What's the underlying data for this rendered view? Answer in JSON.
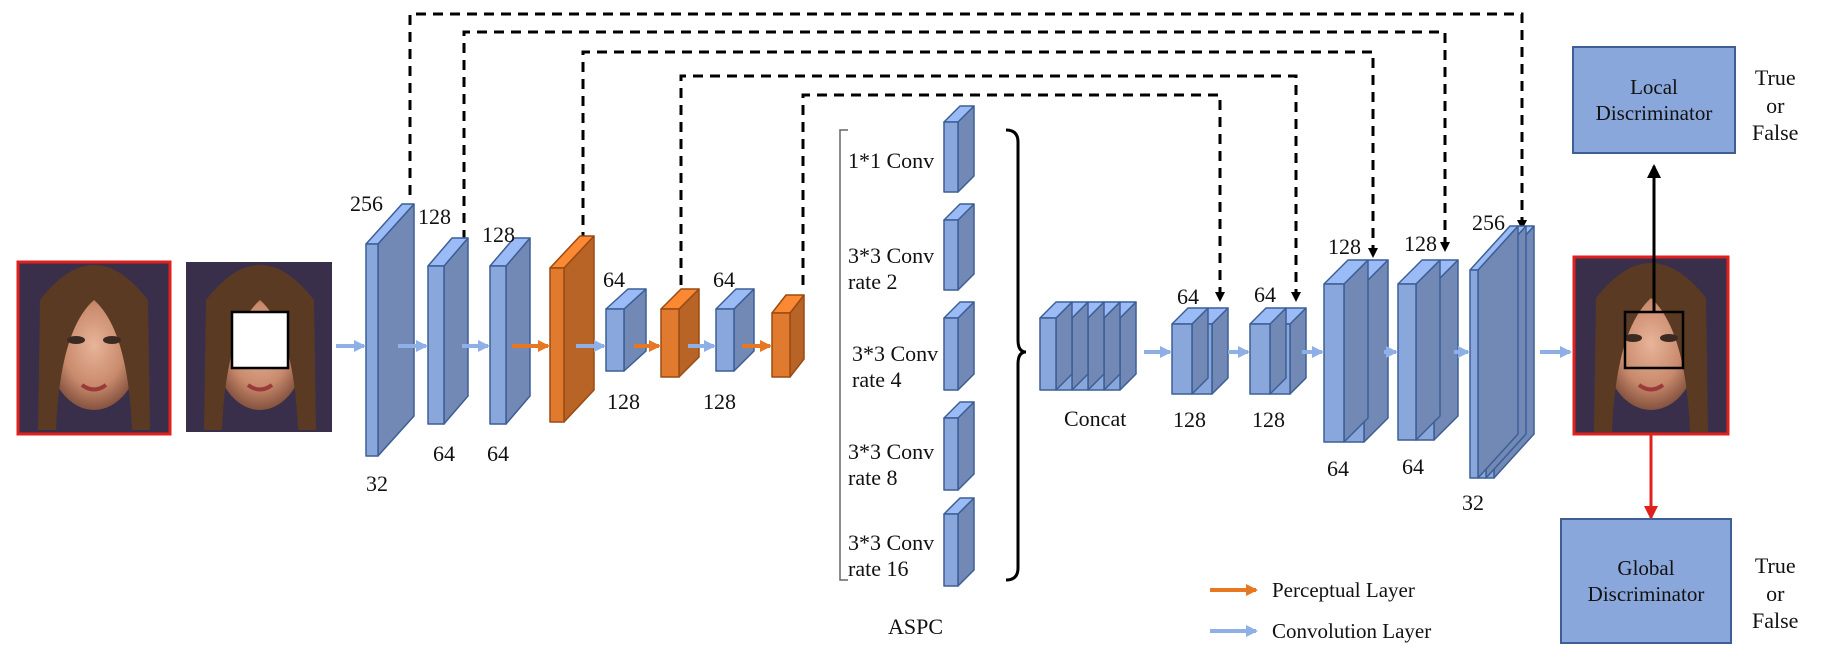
{
  "inputs": {
    "face_label": "",
    "masked_label": ""
  },
  "encoder": {
    "block1": {
      "top": "256",
      "bottom": "32"
    },
    "block2": {
      "top": "128",
      "bottom": "64"
    },
    "block3": {
      "top": "128",
      "bottom": "64"
    },
    "block5": {
      "top": "64",
      "bottom": "128"
    },
    "block7": {
      "top": "64",
      "bottom": "128"
    }
  },
  "aspc": {
    "title": "ASPC",
    "branches": [
      "1*1 Conv",
      "3*3 Conv\nrate 2",
      "3*3 Conv\nrate 4",
      "3*3 Conv\nrate 8",
      "3*3 Conv\nrate 16"
    ]
  },
  "decoder": {
    "concat": "Concat",
    "d1": {
      "top": "64",
      "bottom": "128"
    },
    "d2": {
      "top": "64",
      "bottom": "128"
    },
    "d3": {
      "top": "128",
      "bottom": "64"
    },
    "d4": {
      "top": "128",
      "bottom": "64"
    },
    "d5": {
      "top": "256",
      "bottom": "32"
    }
  },
  "discriminators": {
    "local": "Local\nDiscriminator",
    "global": "Global\nDiscriminator",
    "local_result": "True\nor\nFalse",
    "global_result": "True\nor\nFalse"
  },
  "legend": {
    "perceptual": "Perceptual Layer",
    "convolution": "Convolution Layer"
  },
  "colors": {
    "conv_block": "#8aa7dc",
    "perceptual_block": "#e07a2e",
    "conv_arrow": "#8fb0e6",
    "perceptual_arrow": "#e87722",
    "frame_red": "#e0201c"
  }
}
